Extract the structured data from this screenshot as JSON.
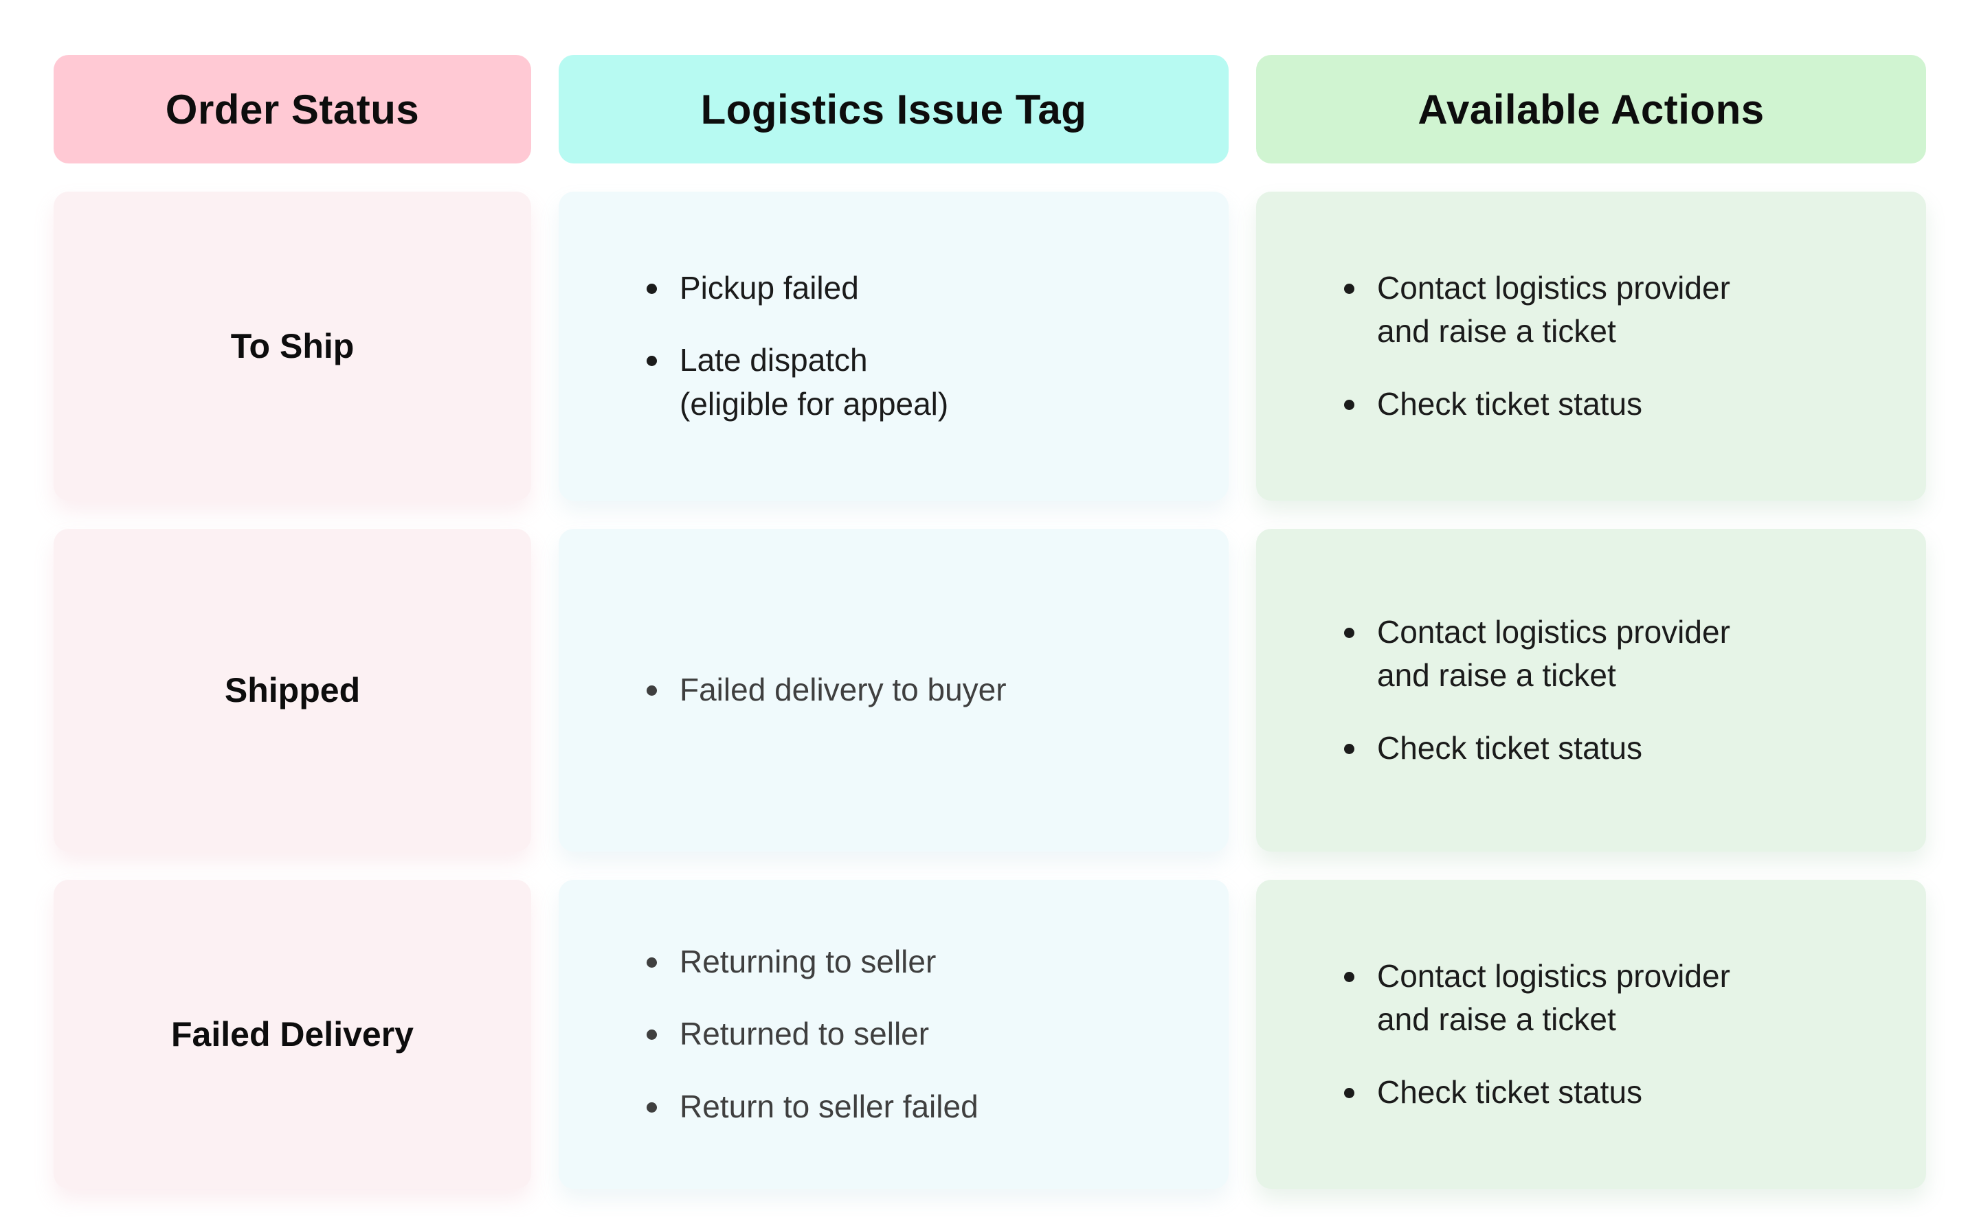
{
  "table": {
    "columns": [
      {
        "label": "Order Status"
      },
      {
        "label": "Logistics Issue Tag"
      },
      {
        "label": "Available Actions"
      }
    ],
    "rows": [
      {
        "status": "To Ship",
        "issues": [
          "Pickup failed",
          "Late dispatch\n(eligible for appeal)"
        ],
        "actions": [
          "Contact logistics provider\nand raise a ticket",
          "Check ticket status"
        ]
      },
      {
        "status": "Shipped",
        "issues": [
          "Failed delivery to buyer"
        ],
        "actions": [
          "Contact logistics provider\nand raise a ticket",
          "Check ticket status"
        ]
      },
      {
        "status": "Failed Delivery",
        "issues": [
          "Returning to seller",
          "Returned to seller",
          "Return to seller failed"
        ],
        "actions": [
          "Contact logistics provider\nand raise a ticket",
          "Check ticket status"
        ]
      }
    ]
  },
  "colors": {
    "page_bg": "#FFFFFF",
    "header_pink": "#FFC9D4",
    "header_cyan": "#B7FAF2",
    "header_green": "#D0F4D1",
    "cell_pink": "#FCF1F3",
    "cell_cyan": "#F0FAFC",
    "cell_green": "#E6F4E7",
    "text_primary": "#1B1B1B",
    "text_muted": "#3F3F3F"
  }
}
